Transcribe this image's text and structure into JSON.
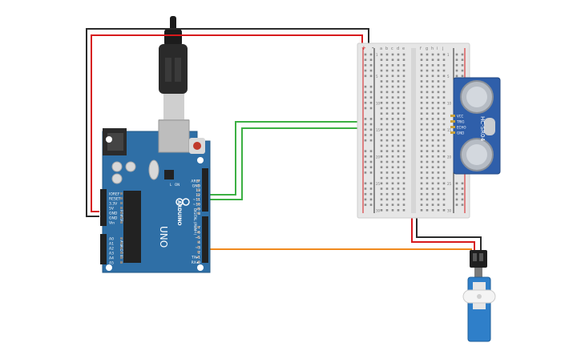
{
  "arduino": {
    "brand": "ARDUINO",
    "model": "UNO",
    "on_label": "ON",
    "tx_label": "TX",
    "rx_label": "RX",
    "l_label": "L",
    "digital_label": "DIGITAL (PWM~)",
    "power_label": "POWER",
    "analog_label": "ANALOG IN",
    "header_digital_top": [
      "AREF",
      "GND",
      "13",
      "12",
      "~11",
      "~10",
      "~9",
      "8"
    ],
    "header_digital_bottom": [
      "7",
      "~6",
      "~5",
      "4",
      "~3",
      "2",
      "TX▸1",
      "RX◂0"
    ],
    "header_power": [
      "IOREF",
      "RESET",
      "3.3V",
      "5V",
      "GND",
      "GND",
      "Vin"
    ],
    "header_analog": [
      "A0",
      "A1",
      "A2",
      "A3",
      "A4",
      "A5"
    ]
  },
  "breadboard": {
    "columns_left": [
      "a",
      "b",
      "c",
      "d",
      "e"
    ],
    "columns_right": [
      "f",
      "g",
      "h",
      "i",
      "j"
    ],
    "rows": [
      "1",
      "5",
      "10",
      "15",
      "20",
      "25",
      "30"
    ],
    "rail_plus": "+",
    "rail_minus": "-"
  },
  "sensor": {
    "model": "HC-SR04",
    "pins": [
      "VCC",
      "TRIG",
      "ECHO",
      "GND"
    ]
  },
  "colors": {
    "board": "#2f6fa6",
    "wire_red": "#d7191c",
    "wire_black": "#2b2b2b",
    "wire_green": "#3cb043",
    "wire_orange": "#f08a1e",
    "servo": "#2f7fc9"
  }
}
